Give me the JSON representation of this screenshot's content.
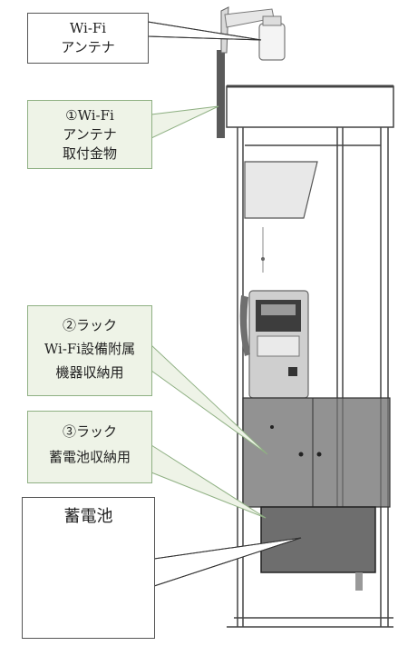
{
  "labels": {
    "wifi_antenna": [
      "Wi-Fi",
      "アンテナ"
    ],
    "antenna_mount": [
      "①Wi-Fi",
      "アンテナ",
      "取付金物"
    ],
    "rack_wifi": [
      "②ラック",
      "Wi-Fi設備附属",
      "機器収納用"
    ],
    "rack_battery": [
      "③ラック",
      "蓄電池収納用"
    ],
    "battery": "蓄電池"
  },
  "colors": {
    "callout_fill": "#eef3e7",
    "callout_border": "#8fb083",
    "rack_fill": "#737373",
    "booth_frame": "#444444"
  }
}
